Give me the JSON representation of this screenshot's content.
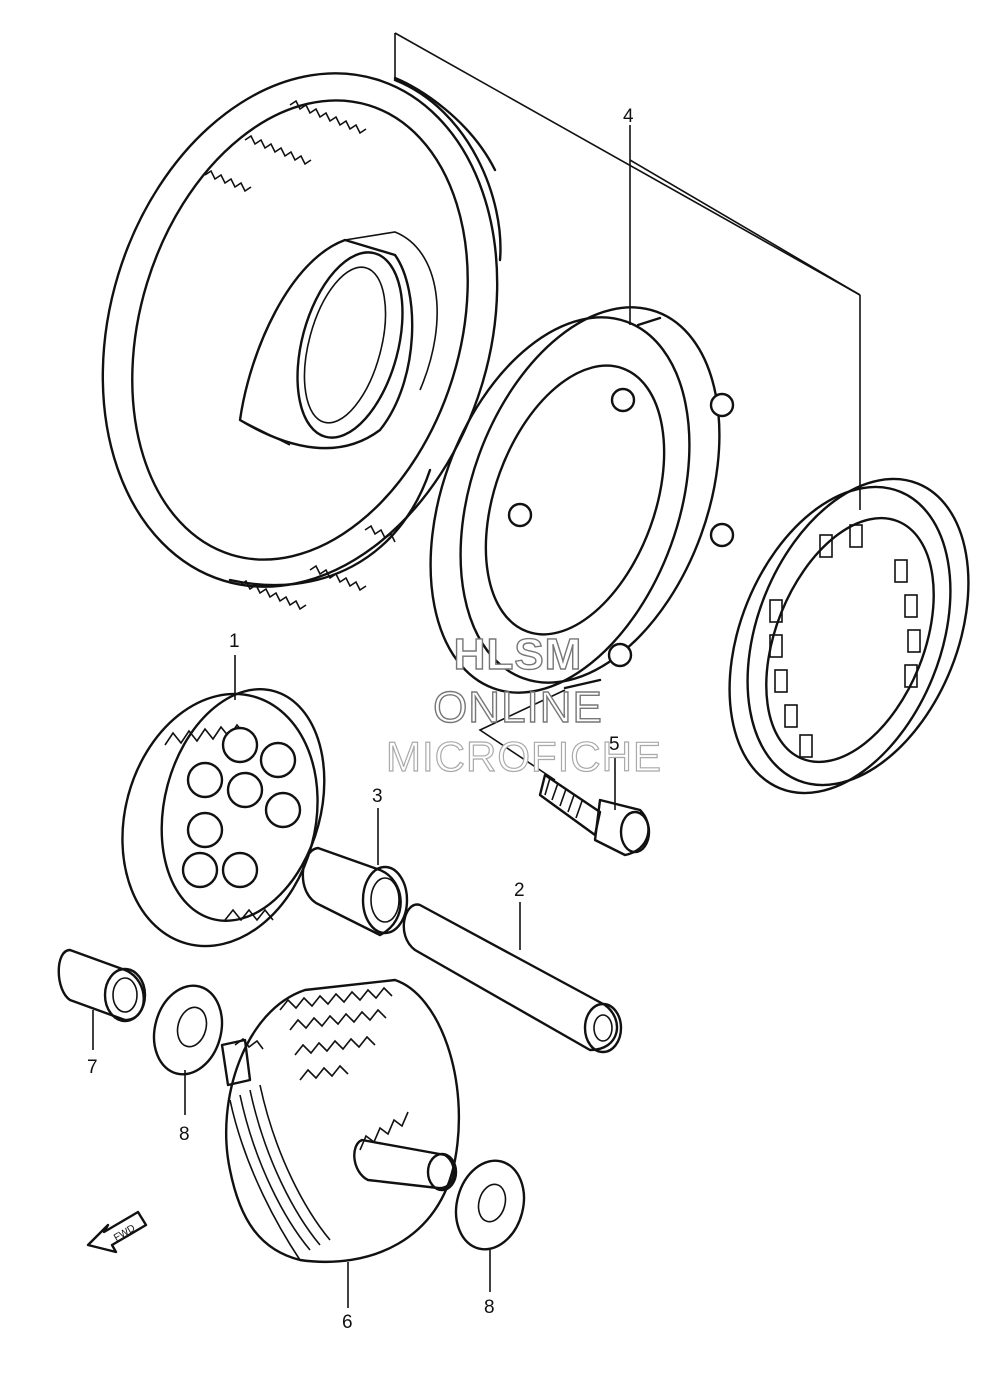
{
  "callouts": [
    {
      "id": "1",
      "text": "1"
    },
    {
      "id": "2",
      "text": "2"
    },
    {
      "id": "3",
      "text": "3"
    },
    {
      "id": "4",
      "text": "4"
    },
    {
      "id": "5",
      "text": "5"
    },
    {
      "id": "6",
      "text": "6"
    },
    {
      "id": "7",
      "text": "7"
    },
    {
      "id": "8a",
      "text": "8"
    },
    {
      "id": "8b",
      "text": "8"
    }
  ],
  "watermark": {
    "line1": "HLSM",
    "line2": "ONLINE",
    "line3": "MICROFICHE"
  },
  "fwd_label": "FWD",
  "icons": [
    "fwd-arrow-icon"
  ],
  "colors": {
    "line": "#111111",
    "background": "#ffffff",
    "watermark": "#777777"
  }
}
